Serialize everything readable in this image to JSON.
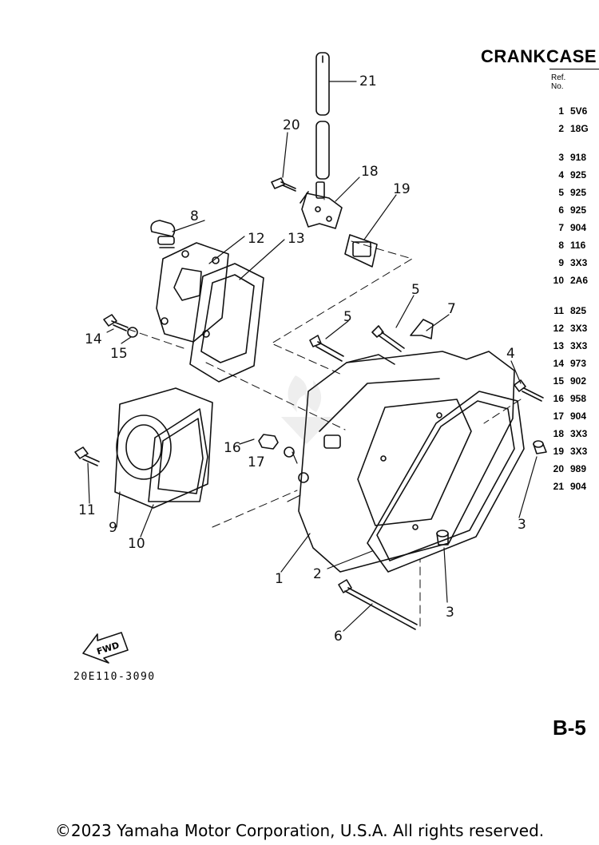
{
  "header": {
    "title": "CRANKCASE",
    "ref_header": [
      "Ref.",
      "No."
    ]
  },
  "parts_table": [
    {
      "ref": "1",
      "part": "5V6"
    },
    {
      "ref": "2",
      "part": "18G"
    },
    {
      "ref": "3",
      "part": "918"
    },
    {
      "ref": "4",
      "part": "925"
    },
    {
      "ref": "5",
      "part": "925"
    },
    {
      "ref": "6",
      "part": "925"
    },
    {
      "ref": "7",
      "part": "904"
    },
    {
      "ref": "8",
      "part": "116"
    },
    {
      "ref": "9",
      "part": "3X3"
    },
    {
      "ref": "10",
      "part": "2A6"
    },
    {
      "ref": "11",
      "part": "825"
    },
    {
      "ref": "12",
      "part": "3X3"
    },
    {
      "ref": "13",
      "part": "3X3"
    },
    {
      "ref": "14",
      "part": "973"
    },
    {
      "ref": "15",
      "part": "902"
    },
    {
      "ref": "16",
      "part": "958"
    },
    {
      "ref": "17",
      "part": "904"
    },
    {
      "ref": "18",
      "part": "3X3"
    },
    {
      "ref": "19",
      "part": "3X3"
    },
    {
      "ref": "20",
      "part": "989"
    },
    {
      "ref": "21",
      "part": "904"
    }
  ],
  "callouts": [
    "21",
    "20",
    "18",
    "19",
    "8",
    "12",
    "13",
    "5",
    "5",
    "7",
    "4",
    "14",
    "15",
    "16",
    "17",
    "11",
    "9",
    "10",
    "1",
    "2",
    "3",
    "3",
    "6"
  ],
  "fwd_label": "FWD",
  "figure_id": "20E110-3090",
  "page_label": "B-5",
  "copyright": "©2023 Yamaha Motor Corporation, U.S.A. All rights reserved."
}
